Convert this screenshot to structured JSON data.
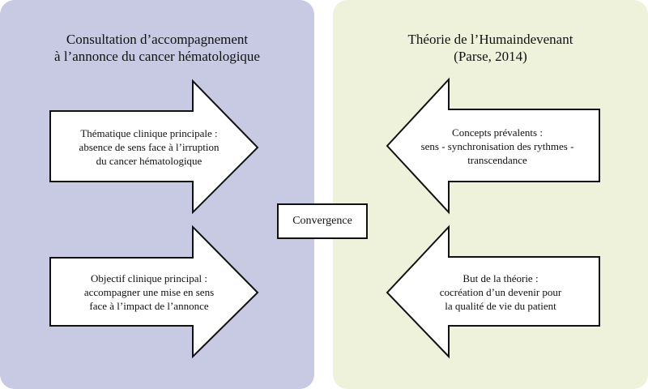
{
  "left": {
    "title_line1": "Consultation d’accompagnement",
    "title_line2": "à l’annonce du cancer hématologique",
    "arrow1": [
      "Thématique clinique principale :",
      "absence de sens face à l’irruption",
      "du cancer hématologique"
    ],
    "arrow2": [
      "Objectif clinique principal :",
      "accompagner une mise en sens",
      "face à l’impact de l’annonce"
    ]
  },
  "right": {
    "title_line1": "Théorie de l’Humaindevenant",
    "title_line2": "(Parse, 2014)",
    "arrow1": [
      "Concepts prévalents :",
      "sens - synchronisation des rythmes -",
      "transcendance"
    ],
    "arrow2": [
      "But de la théorie :",
      "cocréation d’un devenir pour",
      "la qualité de vie du patient"
    ]
  },
  "center": {
    "label": "Convergence"
  },
  "colors": {
    "left_panel": "#c8c9e3",
    "right_panel": "#eff2da",
    "arrow_fill": "#ffffff",
    "arrow_stroke": "#111111"
  }
}
